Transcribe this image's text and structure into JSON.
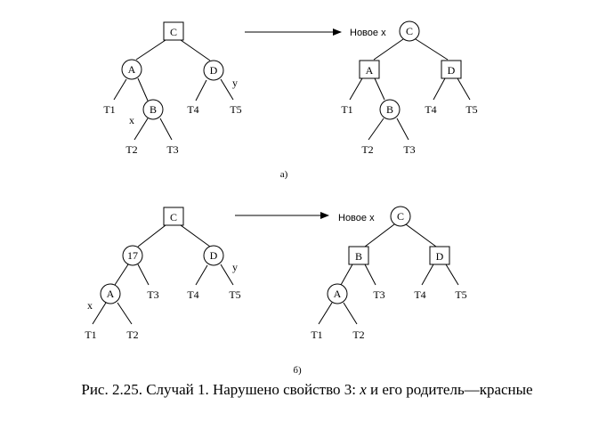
{
  "panel_a": {
    "label": "а)",
    "before": {
      "nodes": {
        "C": "C",
        "A": "A",
        "D": "D",
        "B": "B"
      },
      "leaves": {
        "T1": "T1",
        "T2": "T2",
        "T3": "T3",
        "T4": "T4",
        "T5": "T5"
      },
      "marks": {
        "x": "x",
        "y": "y"
      }
    },
    "after": {
      "new_x": "Новое x",
      "nodes": {
        "C": "C",
        "A": "A",
        "D": "D",
        "B": "B"
      },
      "leaves": {
        "T1": "T1",
        "T2": "T2",
        "T3": "T3",
        "T4": "T4",
        "T5": "T5"
      }
    }
  },
  "panel_b": {
    "label": "б)",
    "before": {
      "nodes": {
        "C": "C",
        "N17": "17",
        "D": "D",
        "A": "A"
      },
      "leaves": {
        "T1": "T1",
        "T2": "T2",
        "T3": "T3",
        "T4": "T4",
        "T5": "T5"
      },
      "marks": {
        "x": "x",
        "y": "y"
      }
    },
    "after": {
      "new_x": "Новое x",
      "nodes": {
        "C": "C",
        "B": "B",
        "D": "D",
        "A": "A"
      },
      "leaves": {
        "T1": "T1",
        "T2": "T2",
        "T3": "T3",
        "T4": "T4",
        "T5": "T5"
      }
    }
  },
  "caption": {
    "prefix": "Рис. 2.25. Случай 1. Нарушено свойство 3: ",
    "x": "x",
    "suffix": " и его родитель—красные"
  }
}
